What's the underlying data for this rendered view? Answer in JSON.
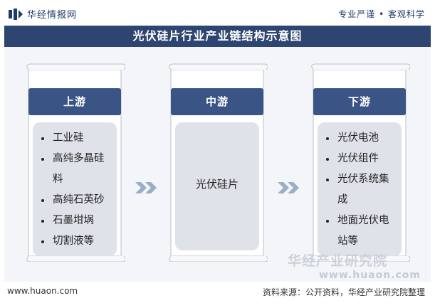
{
  "header": {
    "logo_text": "华经情报网",
    "slogan": "专业严谨 • 客观科学"
  },
  "title": "光伏硅片行业产业链结构示意图",
  "columns": [
    {
      "heading": "上游",
      "items": [
        "工业硅",
        "高纯多晶硅料",
        "高纯石英砂",
        "石墨坩埚",
        "切割液等"
      ]
    },
    {
      "heading": "中游",
      "text": "光伏硅片"
    },
    {
      "heading": "下游",
      "items": [
        "光伏电池",
        "光伏组件",
        "光伏系统集成",
        "地面光伏电站等"
      ]
    }
  ],
  "watermark": {
    "name": "华经产业研究院",
    "url": "www.huaon.com"
  },
  "footer": {
    "website": "www.huaon.com",
    "source": "资料来源：公开资料，华经产业研究院整理"
  },
  "colors": {
    "title_bg": "#2d4570",
    "heading_bg": "#3b5486",
    "body_bg": "#dfe3e9",
    "arrow": "#9aaec7"
  },
  "icons": [
    "logo-icon",
    "arrow-right-icon"
  ]
}
